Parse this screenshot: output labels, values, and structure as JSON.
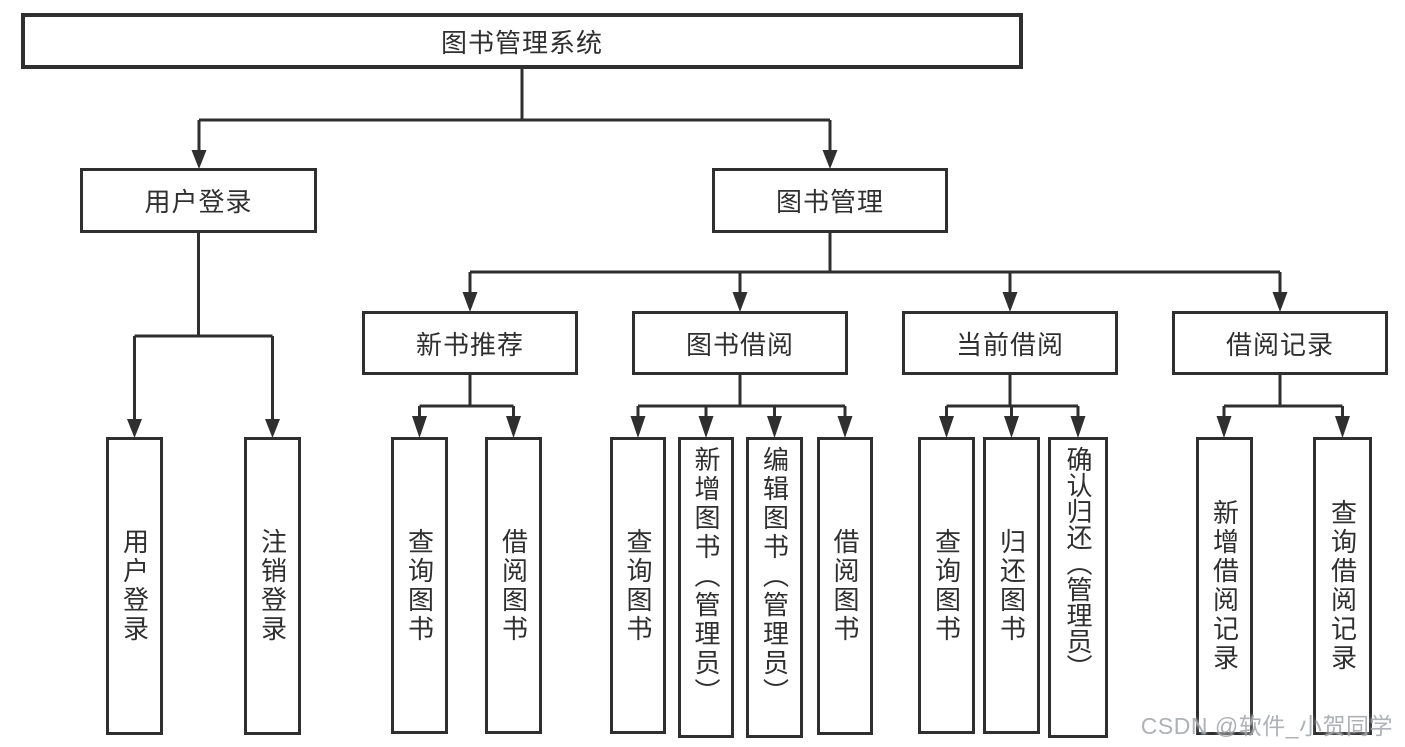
{
  "diagram": {
    "root": {
      "label": "图书管理系统"
    },
    "level2": [
      {
        "label": "用户登录",
        "children": [
          {
            "label": "用户登录"
          },
          {
            "label": "注销登录"
          }
        ]
      },
      {
        "label": "图书管理",
        "children": [
          {
            "label": "新书推荐",
            "children": [
              {
                "label": "查询图书"
              },
              {
                "label": "借阅图书"
              }
            ]
          },
          {
            "label": "图书借阅",
            "children": [
              {
                "label": "查询图书"
              },
              {
                "label": "新增图书（管理员）"
              },
              {
                "label": "编辑图书（管理员）"
              },
              {
                "label": "借阅图书"
              }
            ]
          },
          {
            "label": "当前借阅",
            "children": [
              {
                "label": "查询图书"
              },
              {
                "label": "归还图书"
              },
              {
                "label": "确认归还（管理员）"
              }
            ]
          },
          {
            "label": "借阅记录",
            "children": [
              {
                "label": "新增借阅记录"
              },
              {
                "label": "查询借阅记录"
              }
            ]
          }
        ]
      }
    ]
  },
  "watermark": {
    "text": "CSDN @软件_小贺同学"
  },
  "colors": {
    "line": "#2f2f2f",
    "box_border": "#2f2f2f",
    "box_background": "#ffffff",
    "text": "#2f2f2f",
    "watermark": "#a0a3a8"
  }
}
